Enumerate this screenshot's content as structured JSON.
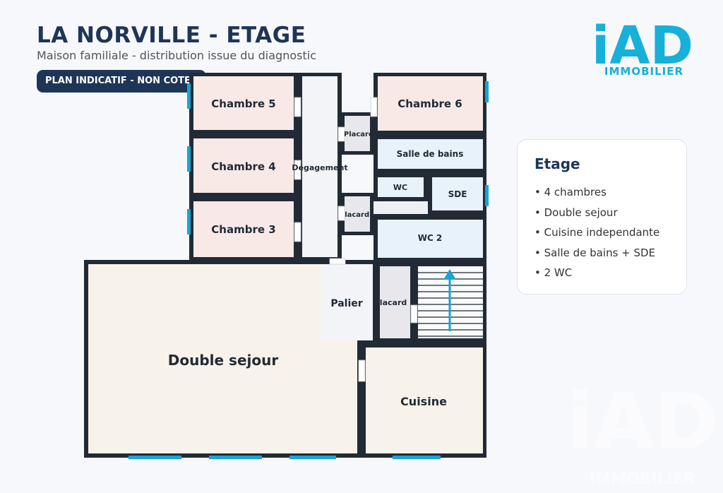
{
  "header": {
    "title": "LA NORVILLE - ETAGE",
    "subtitle": "Maison familiale - distribution issue du diagnostic",
    "badge": "PLAN INDICATIF - NON COTE"
  },
  "logo": {
    "brand": "iAD",
    "subtitle": "IMMOBILIER"
  },
  "summary": {
    "title": "Etage",
    "items": [
      "4 chambres",
      "Double sejour",
      "Cuisine independante",
      "Salle de bains + SDE",
      "2 WC"
    ]
  },
  "rooms": {
    "chambre5": "Chambre 5",
    "chambre4": "Chambre 4",
    "chambre3": "Chambre 3",
    "chambre6": "Chambre 6",
    "degagement": "Dégagement",
    "placard1": "Placard",
    "placard2": "Placard",
    "placard3": "Placard",
    "salle_de_bains": "Salle de bains",
    "wc": "WC",
    "sde": "SDE",
    "wc2": "WC 2",
    "palier": "Palier",
    "double_sejour": "Double sejour",
    "cuisine": "Cuisine"
  },
  "colors": {
    "navy": "#1e3557",
    "wall": "#222a35",
    "brand_cyan": "#16b0d8",
    "bedroom": "#f8e9e7",
    "living": "#f8f3ea",
    "wet_room": "#e7f2fa",
    "circulation": "#f2f4f8",
    "storage": "#e8e8ec",
    "window": "#1aa3d4",
    "stair_arrow": "#1aa3d4"
  },
  "icons": {
    "stair_direction": "arrow-up-icon"
  }
}
